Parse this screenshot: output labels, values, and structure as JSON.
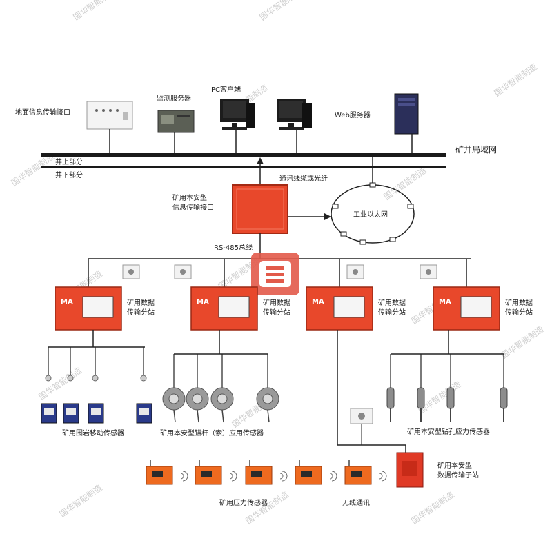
{
  "diagram": {
    "network": {
      "lan_label": "矿井局域网",
      "above_ground": "井上部分",
      "below_ground": "井下部分",
      "cable_label": "通讯线缆或光纤",
      "ethernet_ring": "工业以太网",
      "rs485": "RS-485总线"
    },
    "surface_devices": [
      {
        "label": "地面信息传输接口",
        "icon": "interface-box-icon"
      },
      {
        "label": "监测服务器",
        "icon": "server-icon"
      },
      {
        "label": "PC客户端",
        "icon": "pc-icon"
      },
      {
        "label": "",
        "icon": "pc-icon"
      },
      {
        "label": "Web服务器",
        "icon": "tower-server-icon"
      }
    ],
    "hub": {
      "label_line1": "矿用本安型",
      "label_line2": "信息传输接口"
    },
    "substations": [
      {
        "line1": "矿用数据",
        "line2": "传输分站",
        "badge": "MA"
      },
      {
        "line1": "矿用数据",
        "line2": "传输分站",
        "badge": "MA"
      },
      {
        "line1": "矿用数据",
        "line2": "传输分站",
        "badge": "MA"
      },
      {
        "line1": "矿用数据",
        "line2": "传输分站",
        "badge": "MA"
      }
    ],
    "sensor_groups": [
      {
        "label": "矿用围岩移动传感器"
      },
      {
        "label": "矿用本安型锚杆（索）应用传感器"
      },
      {
        "label": "矿用本安型钻孔应力传感器"
      }
    ],
    "wireless": {
      "pressure_label": "矿用压力传感器",
      "wireless_label": "无线通讯",
      "substation_line1": "矿用本安型",
      "substation_line2": "数据传输子站"
    },
    "watermark": "国华智能制造",
    "colors": {
      "device_red": "#e8482b",
      "line": "#222222",
      "accent": "#d63a2a"
    }
  }
}
